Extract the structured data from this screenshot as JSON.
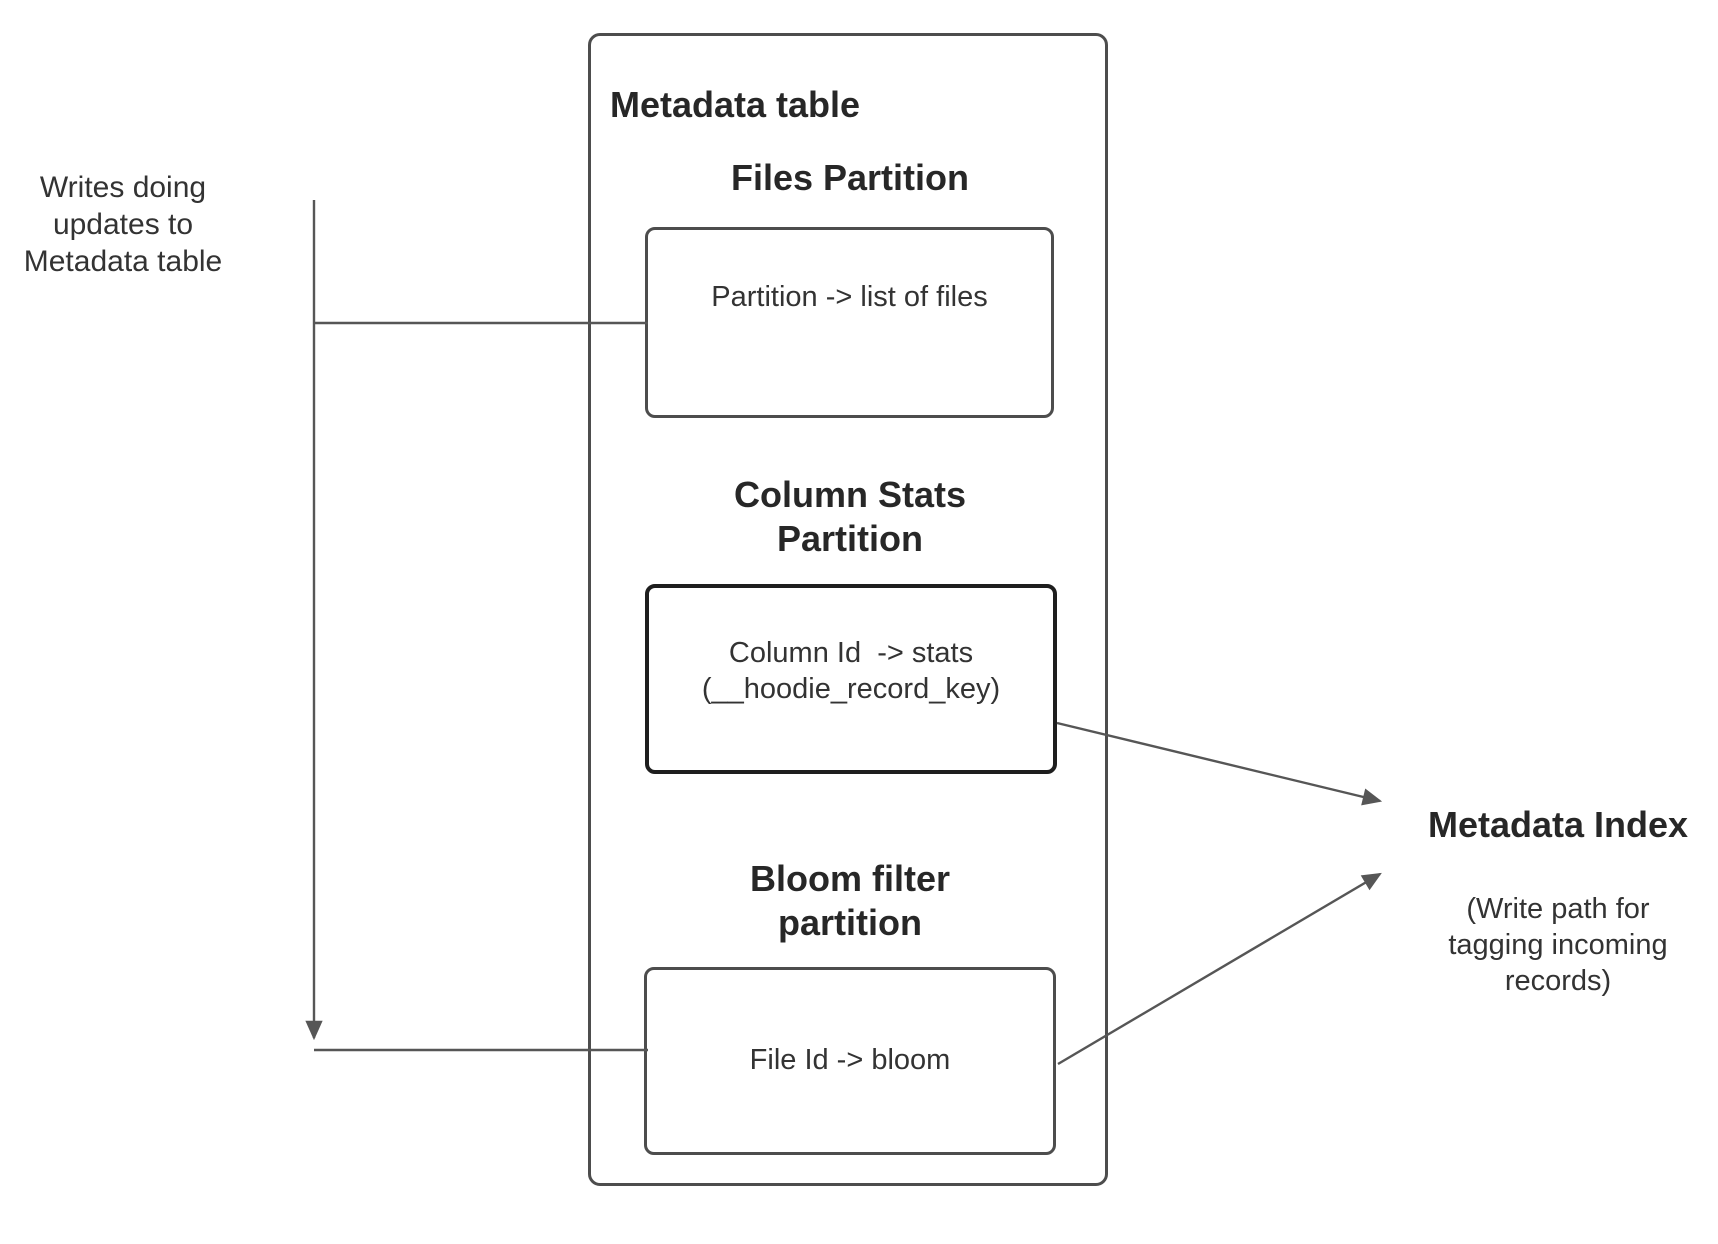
{
  "colors": {
    "background": "#ffffff",
    "text": "#333333",
    "heading": "#272727",
    "line": "#565656",
    "box_border": "#4d4d4d",
    "stats_box_border": "#1e1e1e"
  },
  "left_note": "Writes doing\nupdates to\nMetadata table",
  "metadata_table": {
    "title": "Metadata table",
    "files": {
      "heading": "Files Partition",
      "mapping": "Partition -> list of files"
    },
    "column_stats": {
      "heading": "Column Stats\nPartition",
      "mapping": "Column Id  -> stats\n(__hoodie_record_key)"
    },
    "bloom": {
      "heading": "Bloom filter\npartition",
      "mapping": "File Id -> bloom"
    }
  },
  "metadata_index": {
    "title": "Metadata Index",
    "subtitle": "(Write path for\ntagging incoming\nrecords)"
  }
}
